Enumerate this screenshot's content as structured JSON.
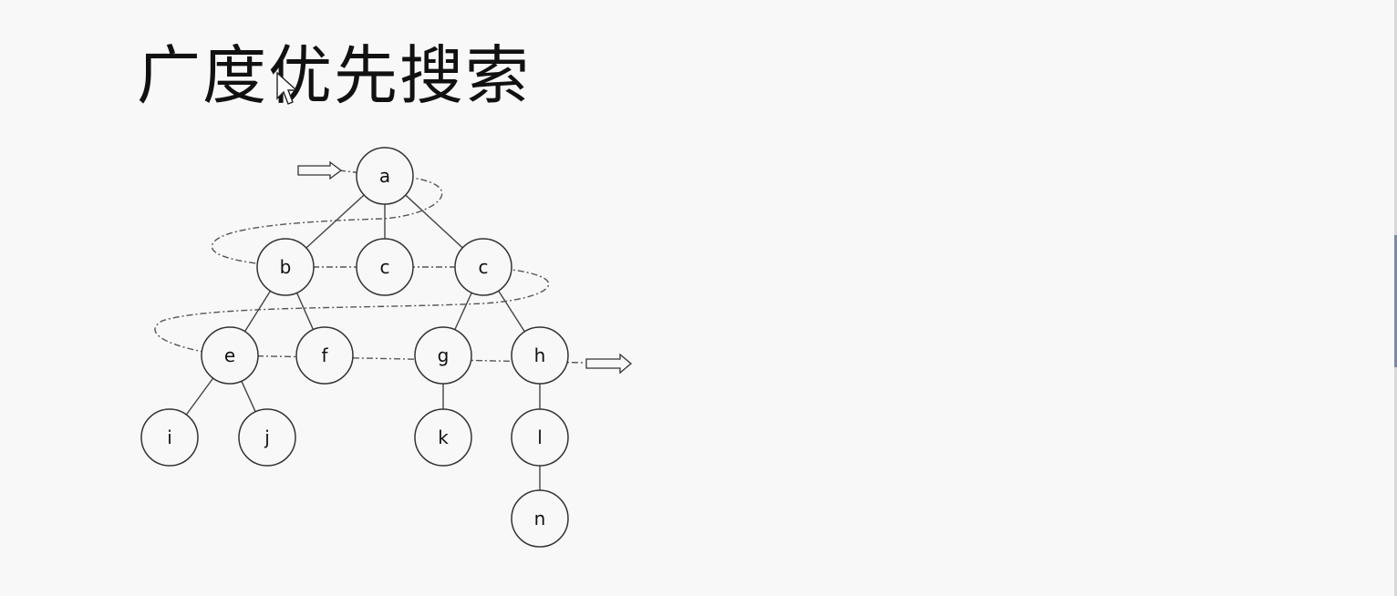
{
  "slide": {
    "title": "广度优先搜索"
  },
  "tree": {
    "nodes": [
      {
        "id": "a",
        "label": "a"
      },
      {
        "id": "b",
        "label": "b"
      },
      {
        "id": "c1",
        "label": "c"
      },
      {
        "id": "c2",
        "label": "c"
      },
      {
        "id": "e",
        "label": "e"
      },
      {
        "id": "f",
        "label": "f"
      },
      {
        "id": "g",
        "label": "g"
      },
      {
        "id": "h",
        "label": "h"
      },
      {
        "id": "i",
        "label": "i"
      },
      {
        "id": "j",
        "label": "j"
      },
      {
        "id": "k",
        "label": "k"
      },
      {
        "id": "l",
        "label": "l"
      },
      {
        "id": "n",
        "label": "n"
      }
    ],
    "edges": [
      [
        "a",
        "b"
      ],
      [
        "a",
        "c1"
      ],
      [
        "a",
        "c2"
      ],
      [
        "b",
        "e"
      ],
      [
        "b",
        "f"
      ],
      [
        "c2",
        "g"
      ],
      [
        "c2",
        "h"
      ],
      [
        "e",
        "i"
      ],
      [
        "e",
        "j"
      ],
      [
        "g",
        "k"
      ],
      [
        "h",
        "l"
      ],
      [
        "l",
        "n"
      ]
    ]
  },
  "icons": {
    "start": "right-arrow-icon",
    "end": "right-arrow-icon",
    "cursor": "mouse-pointer-icon"
  }
}
